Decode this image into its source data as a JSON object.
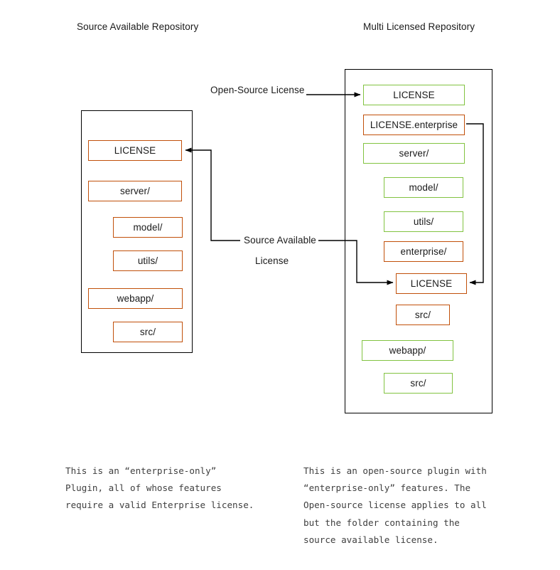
{
  "diagram": {
    "title_left": "Source Available Repository",
    "title_right": "Multi Licensed Repository",
    "colors": {
      "orange": "#c1500a",
      "green": "#82c341",
      "frame": "#000000",
      "arrow": "#000000",
      "text": "#1a1a1a",
      "caption_text": "#3f3f3f"
    }
  },
  "left_repo": {
    "title": "Source Available Repository",
    "nodes": [
      {
        "label": "LICENSE",
        "color": "orange",
        "indent": 0
      },
      {
        "label": "server/",
        "color": "orange",
        "indent": 0
      },
      {
        "label": "model/",
        "color": "orange",
        "indent": 1
      },
      {
        "label": "utils/",
        "color": "orange",
        "indent": 1
      },
      {
        "label": "webapp/",
        "color": "orange",
        "indent": 0
      },
      {
        "label": "src/",
        "color": "orange",
        "indent": 1
      }
    ]
  },
  "right_repo": {
    "title": "Multi Licensed Repository",
    "nodes": [
      {
        "label": "LICENSE",
        "color": "green",
        "indent": 0
      },
      {
        "label": "LICENSE.enterprise",
        "color": "orange",
        "indent": 0
      },
      {
        "label": "server/",
        "color": "green",
        "indent": 0
      },
      {
        "label": "model/",
        "color": "green",
        "indent": 1
      },
      {
        "label": "utils/",
        "color": "green",
        "indent": 1
      },
      {
        "label": "enterprise/",
        "color": "orange",
        "indent": 1
      },
      {
        "label": "LICENSE",
        "color": "orange",
        "indent": 1
      },
      {
        "label": "src/",
        "color": "orange",
        "indent": 1
      },
      {
        "label": "webapp/",
        "color": "green",
        "indent": 0
      },
      {
        "label": "src/",
        "color": "green",
        "indent": 1
      }
    ]
  },
  "edges": {
    "open_source_license_label": "Open-Source License",
    "source_available_label_line1": "Source Available",
    "source_available_label_line2": "License"
  },
  "captions": {
    "left": "This is an “enterprise-only”\nPlugin, all of whose features\nrequire a valid Enterprise license.",
    "right": "This is an open-source plugin with\n“enterprise-only” features. The\nOpen-source license applies to all\nbut the folder containing the\nsource available license."
  }
}
